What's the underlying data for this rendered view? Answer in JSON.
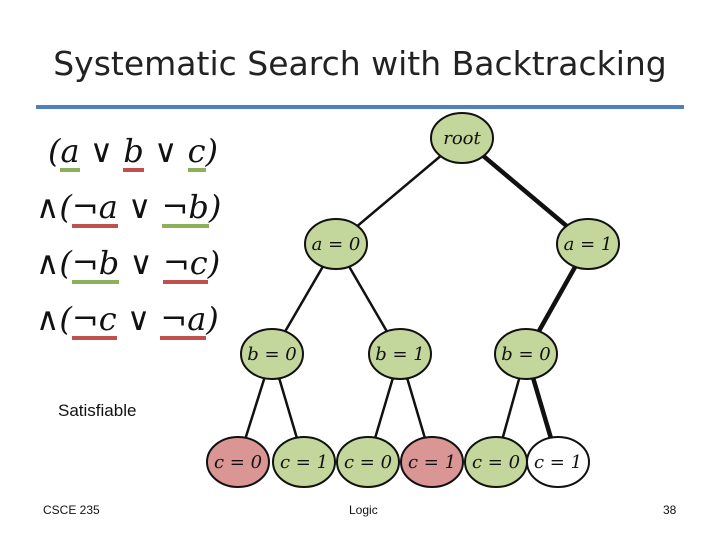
{
  "slide": {
    "title": "Systematic Search with Backtracking",
    "status_label": "Satisfiable",
    "footer": {
      "left": "CSCE 235",
      "center": "Logic",
      "page": "38"
    }
  },
  "formula": {
    "line1": {
      "open": "(",
      "a": "a",
      "or1": " ∨ ",
      "b": "b",
      "or2": " ∨ ",
      "c": "c",
      "close": ")"
    },
    "line2": {
      "prefix": "∧(",
      "lit1": "¬a",
      "or": " ∨ ",
      "lit2": "¬b",
      "close": ")"
    },
    "line3": {
      "prefix": "∧(",
      "lit1": "¬b",
      "or": " ∨ ",
      "lit2": "¬c",
      "close": ")"
    },
    "line4": {
      "prefix": "∧(",
      "lit1": "¬c",
      "or": " ∨ ",
      "lit2": "¬a",
      "close": ")"
    }
  },
  "tree": {
    "root": "root",
    "level1": [
      "a = 0",
      "a = 1"
    ],
    "level2": [
      "b = 0",
      "b = 1",
      "b = 0"
    ],
    "leaves": [
      "c = 0",
      "c = 1",
      "c = 0",
      "c = 1",
      "c = 0",
      "c = 1"
    ]
  },
  "colors": {
    "node_green": "#c3d69b",
    "node_red": "#d99694",
    "node_white": "#ffffff",
    "rule_blue": "#4f81bd",
    "underline_green": "#8db15a",
    "underline_red": "#c0504d"
  }
}
